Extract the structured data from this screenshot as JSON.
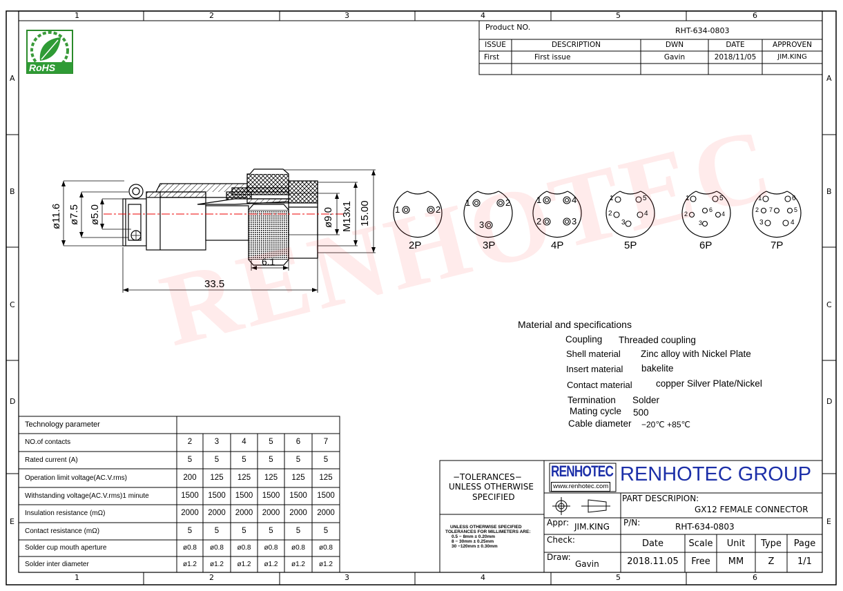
{
  "border": {
    "columns": [
      "1",
      "2",
      "3",
      "4",
      "5",
      "6"
    ],
    "rows": [
      "A",
      "B",
      "C",
      "D",
      "E"
    ]
  },
  "logo": {
    "text": "RoHS"
  },
  "watermark": "RENHOTEC",
  "title_block_top": {
    "product_no_label": "Product NO.",
    "product_no": "RHT-634-0803",
    "headers": [
      "ISSUE",
      "DESCRIPTION",
      "DWN",
      "DATE",
      "APPROVEN"
    ],
    "row": [
      "First",
      "First issue",
      "Gavin",
      "2018/11/05",
      "JIM.KING"
    ]
  },
  "dimensions": {
    "d1": "ø11.6",
    "d2": "ø7.5",
    "d3": "ø5.0",
    "d4": "ø9.0",
    "d5": "M13x1",
    "d6": "15.00",
    "d7": "6.1",
    "d8": "33.5"
  },
  "pin_layouts": [
    {
      "label": "2P",
      "pins": [
        "1",
        "2"
      ]
    },
    {
      "label": "3P",
      "pins": [
        "1",
        "2",
        "3"
      ]
    },
    {
      "label": "4P",
      "pins": [
        "1",
        "4",
        "2",
        "3"
      ]
    },
    {
      "label": "5P",
      "pins": [
        "1",
        "5",
        "2",
        "4",
        "3"
      ]
    },
    {
      "label": "6P",
      "pins": [
        "1",
        "5",
        "6",
        "2",
        "4",
        "3"
      ]
    },
    {
      "label": "7P",
      "pins": [
        "1",
        "6",
        "2",
        "7",
        "5",
        "3",
        "4"
      ]
    }
  ],
  "specs": {
    "title": "Material and specifications",
    "items": [
      {
        "label": "Coupling",
        "value": "Threaded coupling"
      },
      {
        "label": "Shell material",
        "value": "Zinc alloy with Nickel  Plate"
      },
      {
        "label": "Insert material",
        "value": "bakelite"
      },
      {
        "label": "Contact material",
        "value": "copper Silver  Plate/Nickel"
      },
      {
        "label": "Termination",
        "value": "Solder"
      },
      {
        "label": "Mating cycle",
        "value": "500"
      },
      {
        "label": "Cable diameter",
        "value": "−20℃ +85℃"
      }
    ]
  },
  "tech_table": {
    "title": "Technology parameter",
    "rows": [
      {
        "label": "NO.of contacts",
        "values": [
          "2",
          "3",
          "4",
          "5",
          "6",
          "7"
        ]
      },
      {
        "label": "Rated current (A)",
        "values": [
          "5",
          "5",
          "5",
          "5",
          "5",
          "5"
        ]
      },
      {
        "label": "Operation limit voltage(AC.V.rms)",
        "values": [
          "200",
          "125",
          "125",
          "125",
          "125",
          "125"
        ]
      },
      {
        "label": "Withstanding voltage(AC.V.rms)1 minute",
        "values": [
          "1500",
          "1500",
          "1500",
          "1500",
          "1500",
          "1500"
        ]
      },
      {
        "label": "Insulation resistance (mΩ)",
        "values": [
          "2000",
          "2000",
          "2000",
          "2000",
          "2000",
          "2000"
        ]
      },
      {
        "label": "Contact resistance (mΩ)",
        "values": [
          "5",
          "5",
          "5",
          "5",
          "5",
          "5"
        ]
      },
      {
        "label": "Solder cup mouth aperture",
        "values": [
          "ø0.8",
          "ø0.8",
          "ø0.8",
          "ø0.8",
          "ø0.8",
          "ø0.8"
        ]
      },
      {
        "label": "Solder inter diameter",
        "values": [
          "ø1.2",
          "ø1.2",
          "ø1.2",
          "ø1.2",
          "ø1.2",
          "ø1.2"
        ]
      }
    ]
  },
  "title_block_bottom": {
    "tolerances_heading": [
      "−TOLERANCES−",
      "UNLESS OTHERWISE",
      "SPECIFIED"
    ],
    "tolerances_detail": [
      "UNLESS OTHERWISE SPECIFIED",
      "TOLERANCES FOR MILLIMETERS ARE:",
      "0.5 − 8mm ± 0.20mm",
      "8 − 30mm ± 0.25mm",
      "30 −120mm ± 0.30mm"
    ],
    "brand_logo": "RENHOTEC",
    "brand_url": "www.renhotec.com",
    "company": "RENHOTEC GROUP",
    "part_desc_label": "PART DESCRIPION:",
    "part_desc": "GX12 FEMALE CONNECTOR",
    "appr_label": "Appr:",
    "appr_value": "JIM.KING",
    "pn_label": "P/N:",
    "pn_value": "RHT-634-0803",
    "check_label": "Check:",
    "draw_label": "Draw:",
    "draw_value": "Gavin",
    "info_headers": [
      "Date",
      "Scale",
      "Unit",
      "Type",
      "Page"
    ],
    "info_values": [
      "2018.11.05",
      "Free",
      "MM",
      "Z",
      "1/1"
    ]
  }
}
